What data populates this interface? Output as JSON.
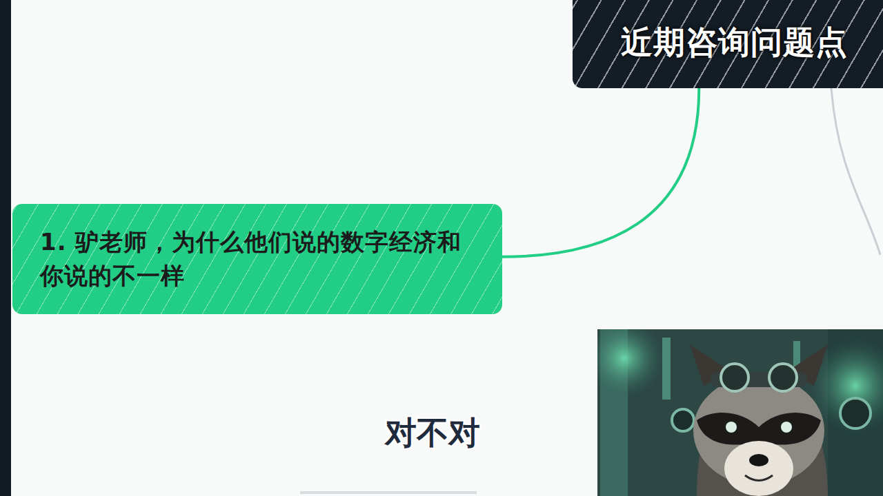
{
  "diagram": {
    "nodes": [
      {
        "text": [
          "近期咨询问题点"
        ]
      },
      {
        "text": [
          "1. 驴老师，为什么他们说的数字经济和你说的不一样"
        ]
      }
    ],
    "edges": [
      {
        "from": 0,
        "to": 1,
        "arrow": "none"
      }
    ],
    "labels": [
      "对不对"
    ]
  }
}
